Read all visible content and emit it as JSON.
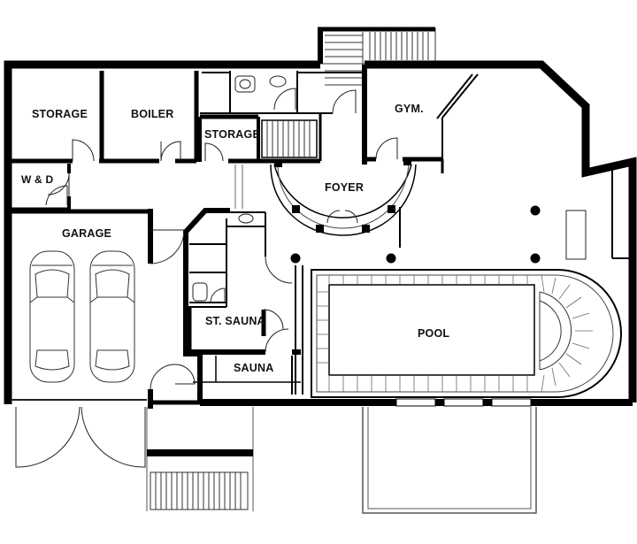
{
  "rooms": {
    "storage_1": "STORAGE",
    "boiler": "BOILER",
    "storage_2": "STORAGE",
    "gym": "GYM.",
    "foyer": "FOYER",
    "wd": "W & D",
    "garage": "GARAGE",
    "st_sauna": "ST. SAUNA",
    "sauna": "SAUNA",
    "pool": "POOL"
  },
  "colors": {
    "wall": "#000000",
    "line": "#444444",
    "background": "#ffffff"
  }
}
